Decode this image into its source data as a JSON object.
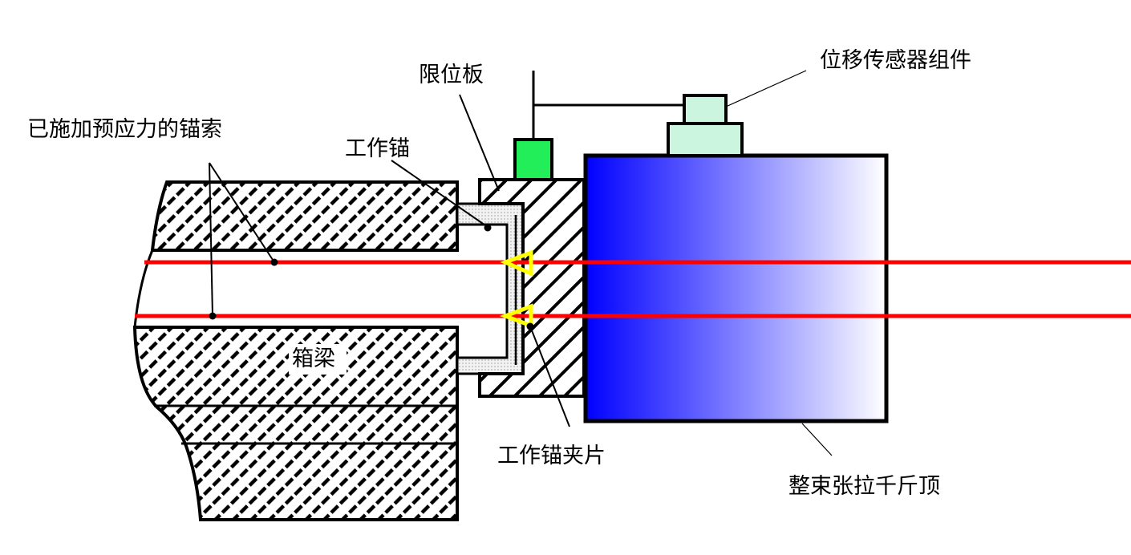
{
  "labels": {
    "prestressed_cables": "已施加预应力的锚索",
    "working_anchor": "工作锚",
    "limit_plate": "限位板",
    "displacement_sensor": "位移传感器组件",
    "box_girder": "箱梁",
    "anchor_wedges": "工作锚夹片",
    "jack": "整束张拉千斤顶"
  },
  "colors": {
    "cable": "#ff0000",
    "sensor_block": "#22ee5a",
    "sensor_head": "#ccf5e0",
    "jack_left": "#0000ff",
    "jack_right": "#ffffff",
    "wedge": "#ffff00",
    "anchor_fill": "#f2f2f2"
  }
}
